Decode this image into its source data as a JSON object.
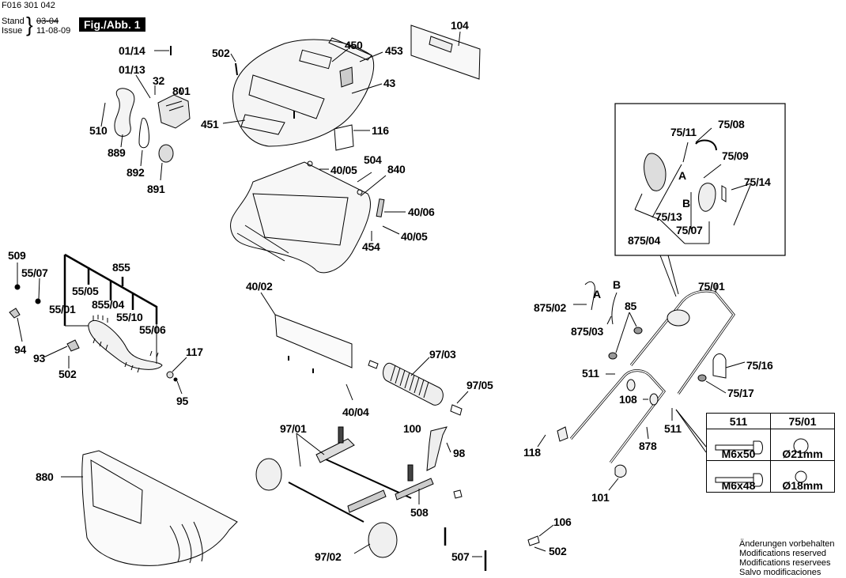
{
  "header": {
    "part_number": "F016 301 042",
    "stand_label": "Stand",
    "issue_label": "Issue",
    "old_date": "03-04",
    "date": "11-08-09",
    "figure_label": "Fig./Abb. 1"
  },
  "callouts": {
    "c01_14": "01/14",
    "c01_13": "01/13",
    "c32": "32",
    "c801": "801",
    "c510": "510",
    "c889": "889",
    "c892": "892",
    "c891": "891",
    "c502a": "502",
    "c450": "450",
    "c453": "453",
    "c43": "43",
    "c451": "451",
    "c116": "116",
    "c104": "104",
    "c504": "504",
    "c840": "840",
    "c40_05a": "40/05",
    "c40_06": "40/06",
    "c40_05b": "40/05",
    "c454": "454",
    "c509": "509",
    "c55_07": "55/07",
    "c855": "855",
    "c55_05": "55/05",
    "c855_04": "855/04",
    "c55_01": "55/01",
    "c55_10": "55/10",
    "c55_06": "55/06",
    "c94": "94",
    "c93": "93",
    "c502b": "502",
    "c117": "117",
    "c95": "95",
    "c40_02": "40/02",
    "c97_03": "97/03",
    "c97_05": "97/05",
    "c40_04": "40/04",
    "c97_01": "97/01",
    "c100": "100",
    "c98": "98",
    "c508": "508",
    "c97_02": "97/02",
    "c507": "507",
    "c880": "880",
    "c106": "106",
    "c502c": "502",
    "c75_11": "75/11",
    "c75_08": "75/08",
    "c75_09": "75/09",
    "c75_14": "75/14",
    "cA1": "A",
    "cB1": "B",
    "c75_13": "75/13",
    "c75_07": "75/07",
    "c875_04": "875/04",
    "c75_01": "75/01",
    "cA2": "A",
    "cB2": "B",
    "c875_02": "875/02",
    "c85": "85",
    "c875_03": "875/03",
    "c511a": "511",
    "c75_16": "75/16",
    "c108": "108",
    "c75_17": "75/17",
    "c511b": "511",
    "c118": "118",
    "c878": "878",
    "c101": "101"
  },
  "spec_table": {
    "headers": [
      "511",
      "75/01"
    ],
    "rows": [
      {
        "screw": "M6x50",
        "diameter": "Ø21mm"
      },
      {
        "screw": "M6x48",
        "diameter": "Ø18mm"
      }
    ]
  },
  "notes": [
    "Änderungen vorbehalten",
    "Modifications reserved",
    "Modifications reservees",
    "Salvo modificaciones"
  ]
}
